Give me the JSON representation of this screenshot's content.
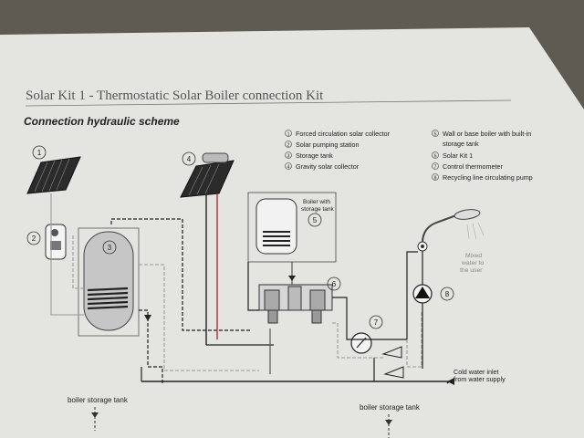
{
  "header": {
    "title": "Solar Kit 1 - Thermostatic Solar Boiler connection Kit",
    "subtitle": "Connection hydraulic scheme"
  },
  "legend": [
    {
      "num": "1",
      "text": "Forced circulation solar collector"
    },
    {
      "num": "2",
      "text": "Solar pumping station"
    },
    {
      "num": "3",
      "text": "Storage tank"
    },
    {
      "num": "4",
      "text": "Gravity solar collector"
    },
    {
      "num": "5",
      "text": "Wall or base boiler with built-in storage tank"
    },
    {
      "num": "6",
      "text": "Solar Kit 1"
    },
    {
      "num": "7",
      "text": "Control thermometer"
    },
    {
      "num": "8",
      "text": "Recycling line circulating pump"
    }
  ],
  "labels": {
    "boiler_box_1": "Boiler with",
    "boiler_box_2": "storage tank",
    "mixed_1": "Mixed",
    "mixed_2": "water to",
    "mixed_3": "the user",
    "cold_1": "Cold water inlet",
    "cold_2": "from water supply",
    "bottom_left": "boiler storage tank",
    "bottom_mid": "boiler storage tank"
  },
  "markers": {
    "m1": "1",
    "m2": "2",
    "m3": "3",
    "m4": "4",
    "m5": "5",
    "m6": "6",
    "m7": "7",
    "m8": "8"
  },
  "colors": {
    "paper": "#e6e7e3",
    "ink": "#2a2a2a",
    "gray_pipe": "#9a9a9a",
    "tank_fill": "#c9c9c9",
    "background": "#5f5a52"
  }
}
